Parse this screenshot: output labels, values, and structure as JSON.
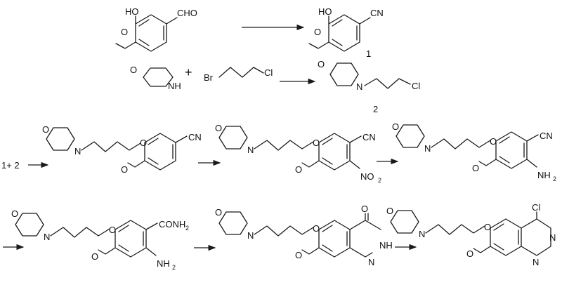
{
  "labels": {
    "ho": "HO",
    "cho": "CHO",
    "cn": "CN",
    "o": "O",
    "nh": "NH",
    "n": "N",
    "br": "Br",
    "cl": "Cl",
    "plus": "+",
    "c1": "1",
    "c2": "2",
    "start12": "1+ 2",
    "nh2": "NH",
    "sub2": "2",
    "no2": "NO",
    "conh2": "CONH",
    "nh_q": "NH"
  }
}
